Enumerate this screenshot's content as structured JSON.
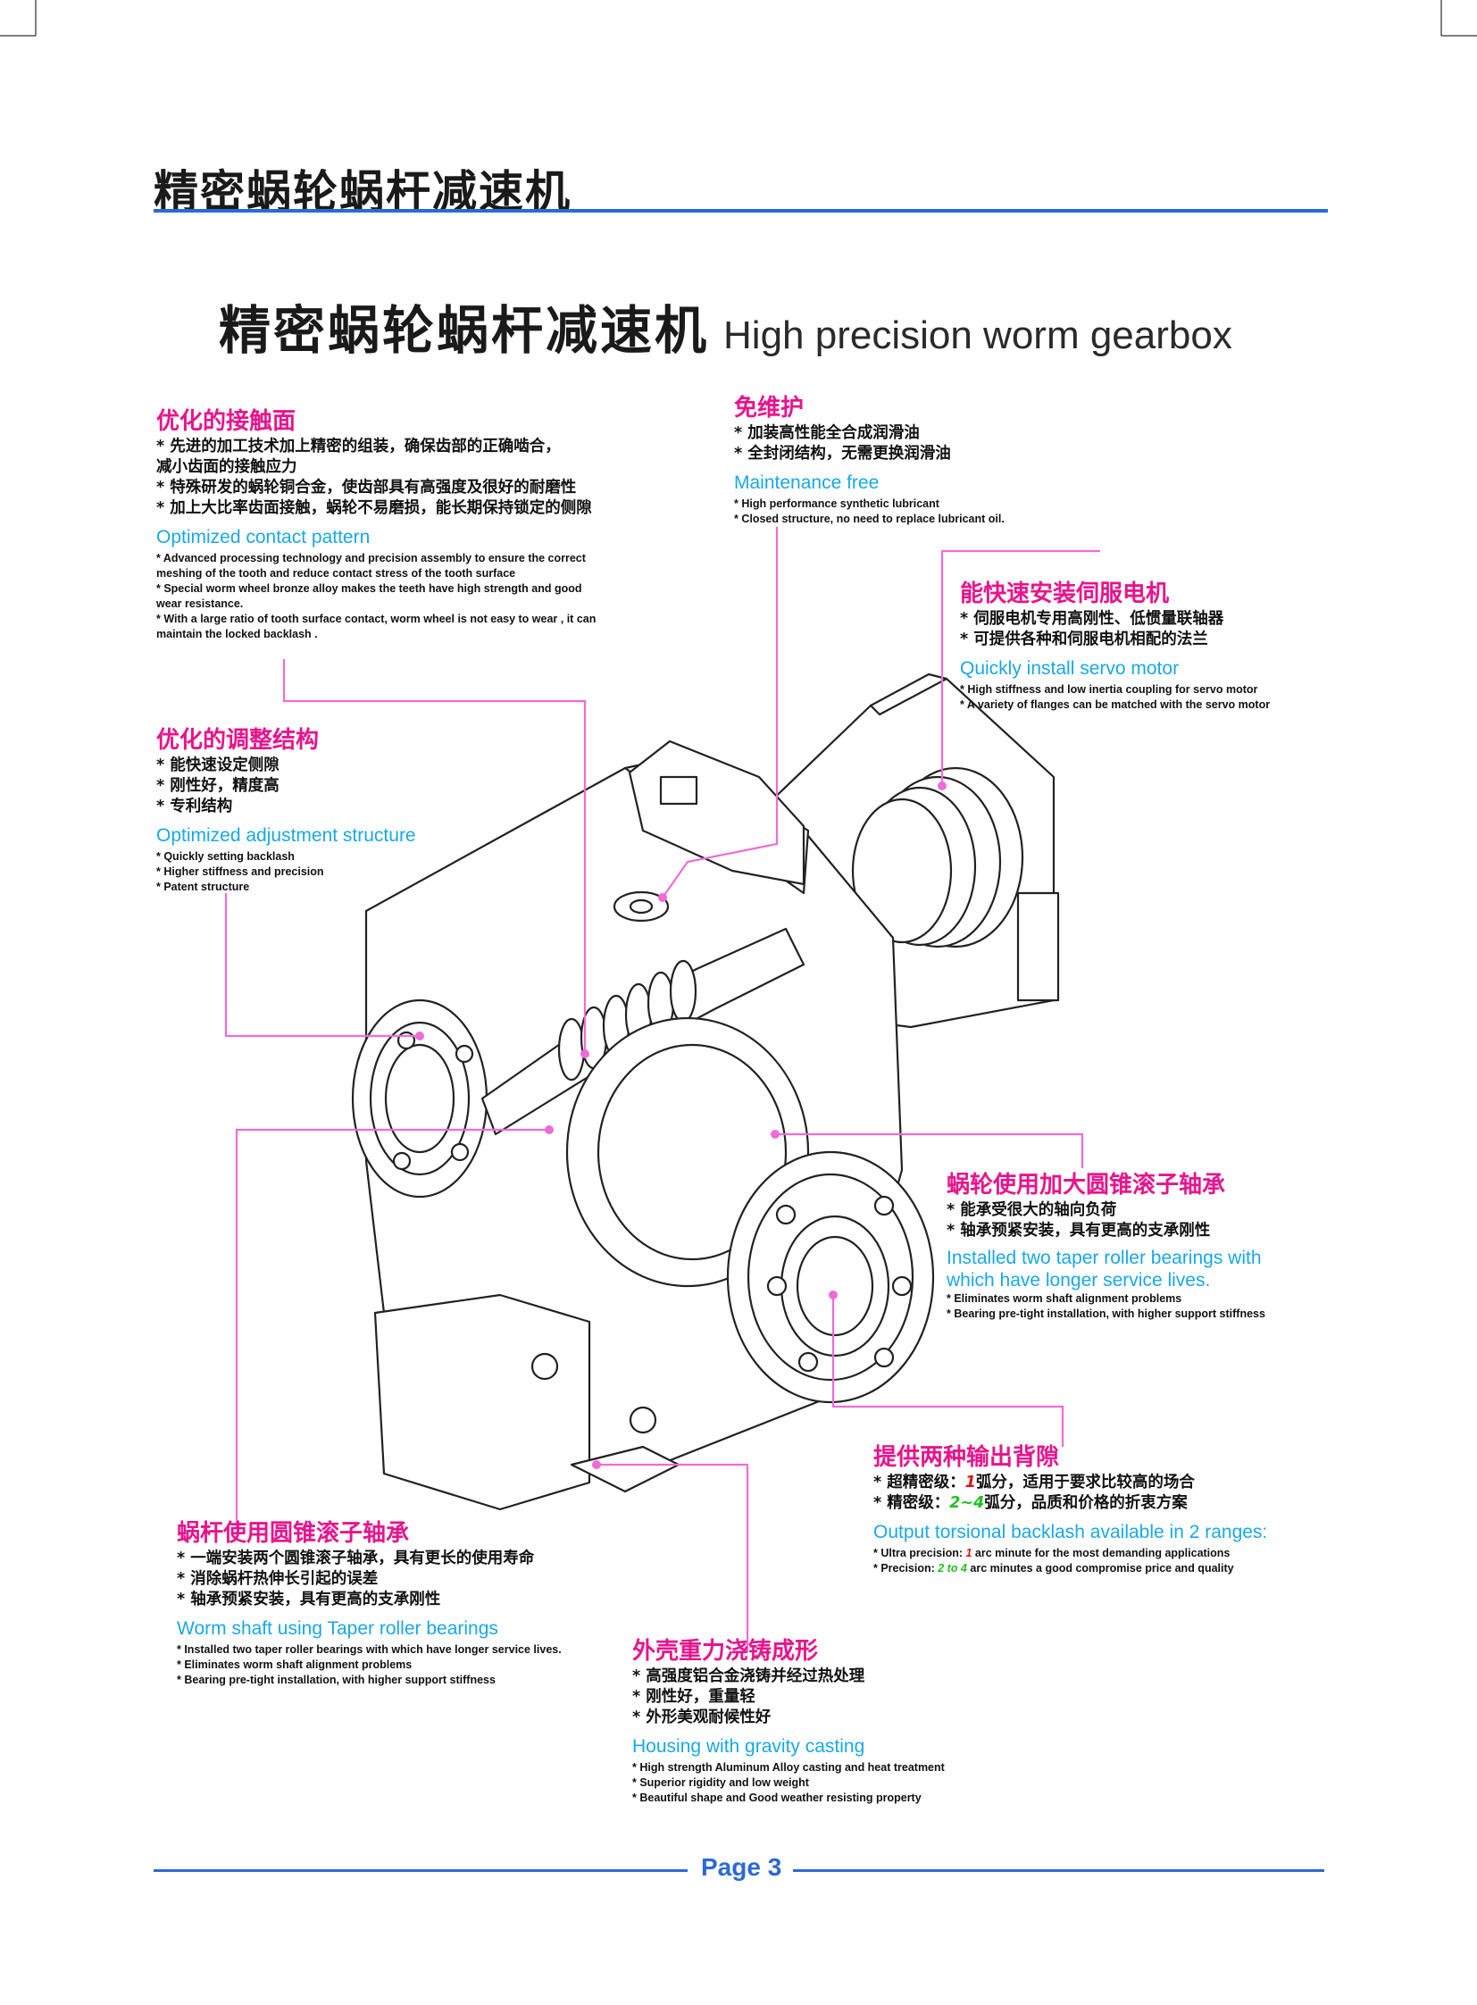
{
  "header": {
    "title": "精密蜗轮蜗杆减速机"
  },
  "hero": {
    "title_cn": "精密蜗轮蜗杆减速机",
    "title_en": "High precision worm gearbox"
  },
  "blocks": {
    "contact": {
      "title_cn": "优化的接触面",
      "items_cn": [
        "*  先进的加工技术加上精密的组装，确保齿部的正确啮合，",
        "    减小齿面的接触应力",
        "*  特殊研发的蜗轮铜合金，使齿部具有高强度及很好的耐磨性",
        "*  加上大比率齿面接触，蜗轮不易磨损，能长期保持锁定的侧隙"
      ],
      "title_en": "Optimized contact pattern",
      "items_en": [
        "* Advanced processing technology and precision assembly to ensure the correct",
        "meshing of the tooth and reduce   contact stress of the tooth surface",
        "* Special worm wheel bronze alloy makes the teeth have high strength and good",
        "wear resistance.",
        "* With a large ratio of tooth surface contact, worm wheel is not easy to wear , it can",
        "maintain the locked backlash ."
      ]
    },
    "maintenance": {
      "title_cn": "免维护",
      "items_cn": [
        "*  加装高性能全合成润滑油",
        "*  全封闭结构，无需更换润滑油"
      ],
      "title_en": "Maintenance free",
      "items_en": [
        "* High performance synthetic lubricant",
        "* Closed structure, no need to replace lubricant oil."
      ]
    },
    "servo": {
      "title_cn": "能快速安装伺服电机",
      "items_cn": [
        "*  伺服电机专用高刚性、低惯量联轴器",
        "*  可提供各种和伺服电机相配的法兰"
      ],
      "title_en": "Quickly install servo motor",
      "items_en": [
        "* High stiffness and low inertia coupling for servo motor",
        "* A variety of flanges can be matched with the servo motor"
      ]
    },
    "adjust": {
      "title_cn": "优化的调整结构",
      "items_cn": [
        "*  能快速设定侧隙",
        "*  刚性好，精度高",
        "*  专利结构"
      ],
      "title_en": "Optimized adjustment structure",
      "items_en": [
        "* Quickly setting backlash",
        "* Higher stiffness and precision",
        "* Patent structure"
      ]
    },
    "wheel_bearing": {
      "title_cn": "蜗轮使用加大圆锥滚子轴承",
      "items_cn": [
        "*  能承受很大的轴向负荷",
        "*  轴承预紧安装，具有更高的支承刚性"
      ],
      "title_en_1": "Installed two taper roller bearings with",
      "title_en_2": "which have longer service lives.",
      "items_en": [
        "* Eliminates worm shaft alignment problems",
        "* Bearing pre-tight installation, with higher support stiffness"
      ]
    },
    "backlash": {
      "title_cn": "提供两种输出背隙",
      "cn1_pre": "*  超精密级：",
      "cn1_val": "1",
      "cn1_post": "弧分，适用于要求比较高的场合",
      "cn2_pre": "*  精密级：",
      "cn2_val": "2~4",
      "cn2_post": "弧分，品质和价格的折衷方案",
      "title_en": "Output torsional backlash available in 2 ranges:",
      "en1_pre": "* Ultra precision: ",
      "en1_val": "1",
      "en1_post": " arc minute for the most demanding applications",
      "en2_pre": "* Precision: ",
      "en2_val": "2 to 4",
      "en2_post": " arc minutes a good compromise price and quality"
    },
    "worm_bearing": {
      "title_cn": "蜗杆使用圆锥滚子轴承",
      "items_cn": [
        "*  一端安装两个圆锥滚子轴承，具有更长的使用寿命",
        "*  消除蜗杆热伸长引起的误差",
        "*  轴承预紧安装，具有更高的支承刚性"
      ],
      "title_en": "Worm shaft using Taper roller bearings",
      "items_en": [
        "* Installed two taper roller bearings with which have longer service lives.",
        "* Eliminates worm shaft alignment problems",
        "* Bearing pre-tight installation, with higher support stiffness"
      ]
    },
    "housing": {
      "title_cn": "外壳重力浇铸成形",
      "items_cn": [
        "*  高强度铝合金浇铸并经过热处理",
        "*  刚性好，重量轻",
        "*  外形美观耐候性好"
      ],
      "title_en": "Housing with gravity casting",
      "items_en": [
        "* High strength Aluminum Alloy casting and heat treatment",
        "* Superior rigidity and low weight",
        "* Beautiful shape and Good weather resisting property"
      ]
    }
  },
  "footer": {
    "page_label": "Page 3"
  },
  "colors": {
    "accent_blue": "#2a6ad8",
    "heading_pink": "#e8148c",
    "heading_cyan": "#18a8e8",
    "leader_pink": "#f06ad8"
  }
}
